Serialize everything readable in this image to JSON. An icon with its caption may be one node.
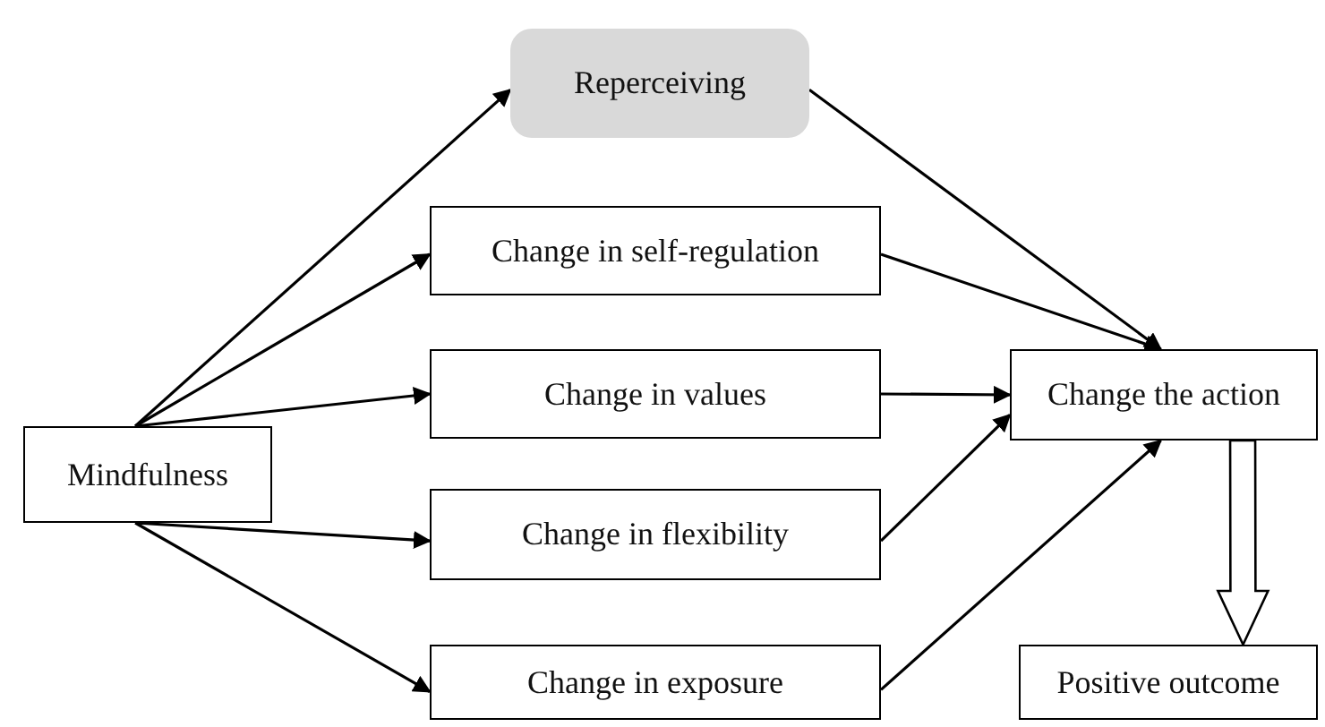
{
  "diagram": {
    "nodes": [
      {
        "text": [
          "Mindfulness"
        ]
      },
      {
        "text": [
          "Reperceiving"
        ]
      },
      {
        "text": [
          "Change in self-regulation"
        ]
      },
      {
        "text": [
          "Change in values"
        ]
      },
      {
        "text": [
          "Change in flexibility"
        ]
      },
      {
        "text": [
          "Change in exposure"
        ]
      },
      {
        "text": [
          "Change the action"
        ]
      },
      {
        "text": [
          "Positive outcome"
        ]
      }
    ],
    "edges": [
      {
        "from": 0,
        "to": 1,
        "arrow": "to"
      },
      {
        "from": 0,
        "to": 2,
        "arrow": "to"
      },
      {
        "from": 0,
        "to": 3,
        "arrow": "to"
      },
      {
        "from": 0,
        "to": 4,
        "arrow": "to"
      },
      {
        "from": 0,
        "to": 5,
        "arrow": "to"
      },
      {
        "from": 1,
        "to": 6,
        "arrow": "to"
      },
      {
        "from": 2,
        "to": 6,
        "arrow": "to"
      },
      {
        "from": 3,
        "to": 6,
        "arrow": "to"
      },
      {
        "from": 4,
        "to": 6,
        "arrow": "to"
      },
      {
        "from": 5,
        "to": 6,
        "arrow": "to"
      },
      {
        "from": 6,
        "to": 7,
        "arrow": "to",
        "style": "thick"
      }
    ]
  }
}
